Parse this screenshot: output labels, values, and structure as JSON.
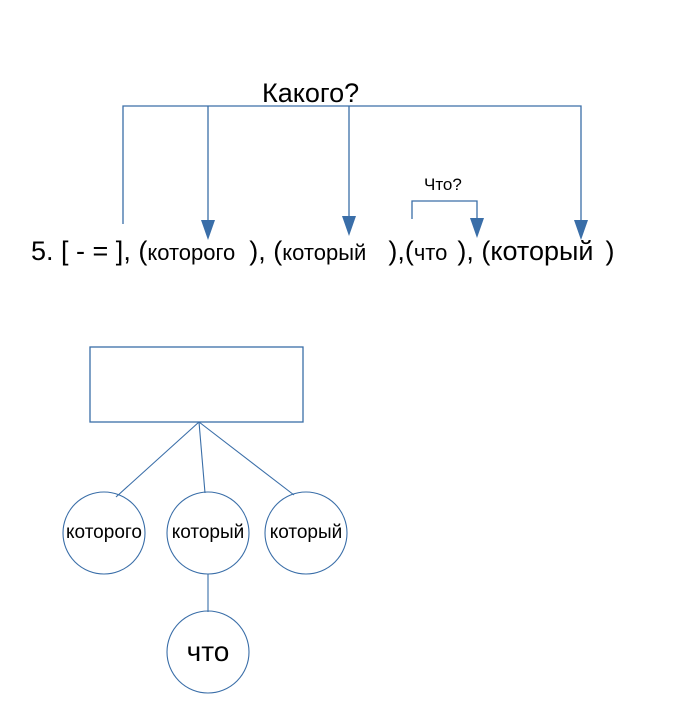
{
  "questions": {
    "main": "Какого?",
    "small": "Что?"
  },
  "scheme": {
    "number": "5.",
    "main_clause": "[ - = ]",
    "open1": "(",
    "word1": "которого",
    "close1": "),",
    "open2": "(",
    "word2": "который",
    "close2": "),",
    "open3": "(",
    "word3": "что",
    "close3": "),",
    "open4": "(",
    "word4": "который",
    "close4": ")"
  },
  "tree": {
    "nodes": [
      {
        "label": "которого"
      },
      {
        "label": "который"
      },
      {
        "label": "который"
      },
      {
        "label": "что"
      }
    ]
  },
  "colors": {
    "arrow": "#3a6ea8",
    "outline": "#3a6ea8",
    "text": "#000000"
  }
}
